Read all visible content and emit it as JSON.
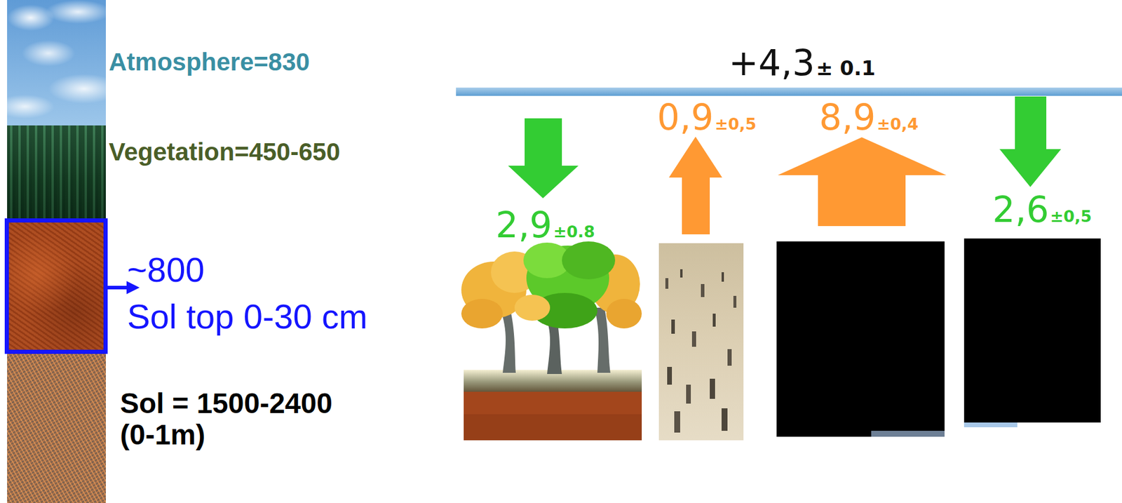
{
  "diagram": {
    "nodes": [
      {
        "text": [
          "Atmosphere=830"
        ]
      },
      {
        "text": [
          "Vegetation=450-650"
        ]
      },
      {
        "text": [
          "~800",
          "Sol top 0-30 cm"
        ]
      },
      {
        "text": [
          "Sol = 1500-2400 (0-1m)"
        ]
      }
    ],
    "labels": [
      "+4,3",
      "± 0.1",
      "2,9",
      "±0.8",
      "0,9",
      "±0,5",
      "8,9",
      "±0,4",
      "2,6",
      "±0,5"
    ]
  }
}
